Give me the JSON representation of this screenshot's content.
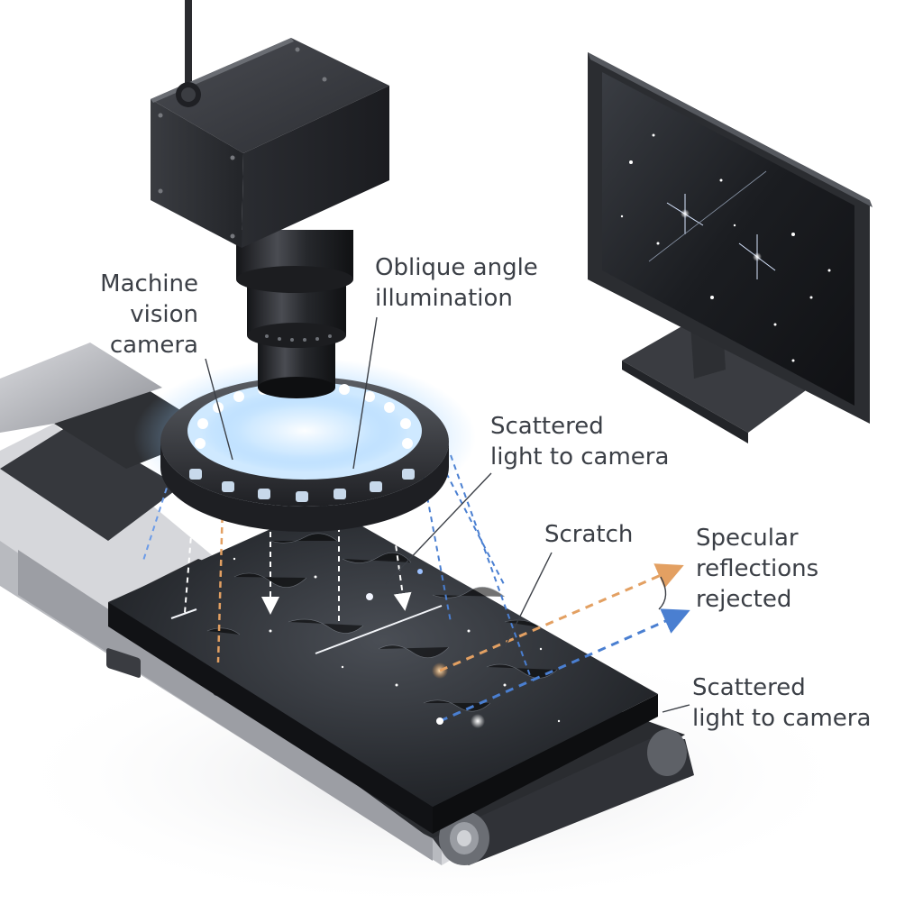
{
  "labels": {
    "camera": [
      "Machine",
      "vision",
      "camera"
    ],
    "oblique": [
      "Oblique angle",
      "illumination"
    ],
    "scattered_top": [
      "Scattered",
      "light to camera"
    ],
    "scratch": [
      "Scratch"
    ],
    "specular": [
      "Specular",
      "reflections",
      "rejected"
    ],
    "scattered_bottom": [
      "Scattered",
      "light to camera"
    ]
  },
  "colors": {
    "ring_light": "#bfe3ff",
    "scatter_ray": "#4a7fd1",
    "specular_ray": "#e3a062",
    "surface": "#1f2227",
    "housing": "#2b2d31",
    "label_text": "#3b3f46"
  }
}
